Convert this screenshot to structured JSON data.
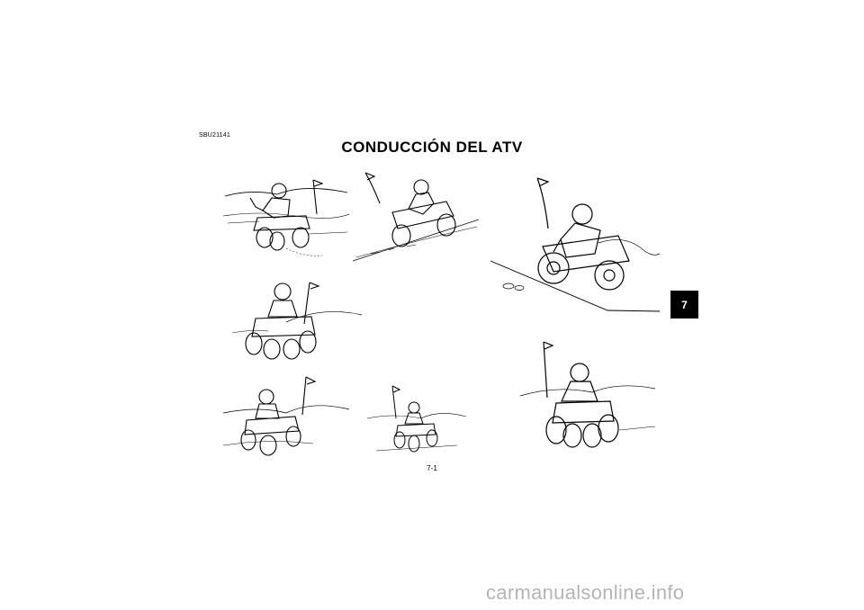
{
  "page": {
    "doc_code": "SBU21141",
    "title": "CONDUCCIÓN DEL ATV",
    "chapter_tab": "7",
    "page_number": "7-1",
    "watermark": "carmanualsonline.info"
  },
  "illustrations": [
    {
      "name": "atv-rider-turning-flat",
      "icon": "atv-illustration"
    },
    {
      "name": "atv-rider-climbing-hill",
      "icon": "atv-illustration"
    },
    {
      "name": "atv-rider-leaning-climb",
      "icon": "atv-illustration"
    },
    {
      "name": "atv-rider-standing-front",
      "icon": "atv-illustration"
    },
    {
      "name": "atv-rider-descending-left",
      "icon": "atv-illustration"
    },
    {
      "name": "atv-rider-small-slope",
      "icon": "atv-illustration"
    },
    {
      "name": "atv-rider-standing-right",
      "icon": "atv-illustration"
    }
  ]
}
